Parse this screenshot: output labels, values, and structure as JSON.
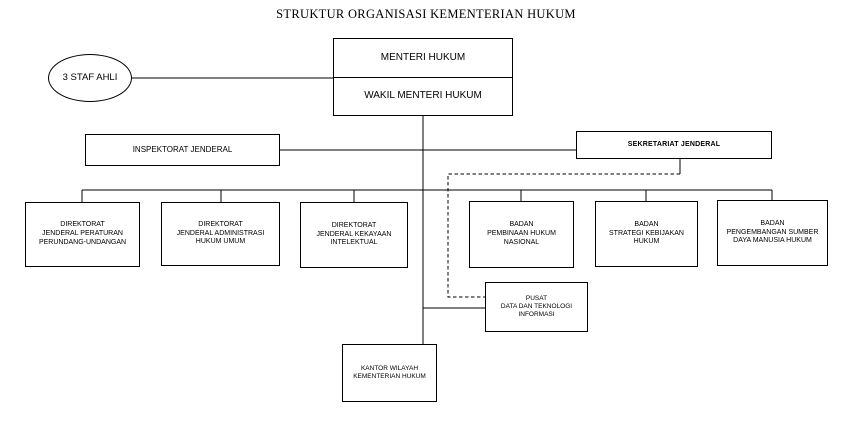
{
  "title": "STRUKTUR ORGANISASI KEMENTERIAN HUKUM",
  "colors": {
    "line": "#000000",
    "box_border": "#000000",
    "background": "#ffffff",
    "text": "#000000"
  },
  "org": {
    "staf_ahli": {
      "label": "3 STAF AHLI"
    },
    "minister_box": {
      "top_label": "MENTERI HUKUM",
      "bottom_label": "WAKIL MENTERI HUKUM"
    },
    "inspektorat": {
      "label": "INSPEKTORAT JENDERAL"
    },
    "sekretariat": {
      "label": "SEKRETARIAT JENDERAL"
    },
    "directorates": [
      {
        "label": "DIREKTORAT\nJENDERAL PERATURAN\nPERUNDANG-UNDANGAN"
      },
      {
        "label": "DIREKTORAT\nJENDERAL ADMINISTRASI\nHUKUM UMUM"
      },
      {
        "label": "DIREKTORAT\nJENDERAL KEKAYAAN\nINTELEKTUAL"
      },
      {
        "label": "BADAN\nPEMBINAAN HUKUM\nNASIONAL"
      },
      {
        "label": "BADAN\nSTRATEGI KEBIJAKAN\nHUKUM"
      },
      {
        "label": "BADAN\nPENGEMBANGAN SUMBER\nDAYA MANUSIA HUKUM"
      }
    ],
    "pusat_data": {
      "label": "PUSAT\nDATA DAN TEKNOLOGI\nINFORMASI"
    },
    "kantor_wilayah": {
      "label": "KANTOR WILAYAH\nKEMENTERIAN HUKUM"
    }
  }
}
